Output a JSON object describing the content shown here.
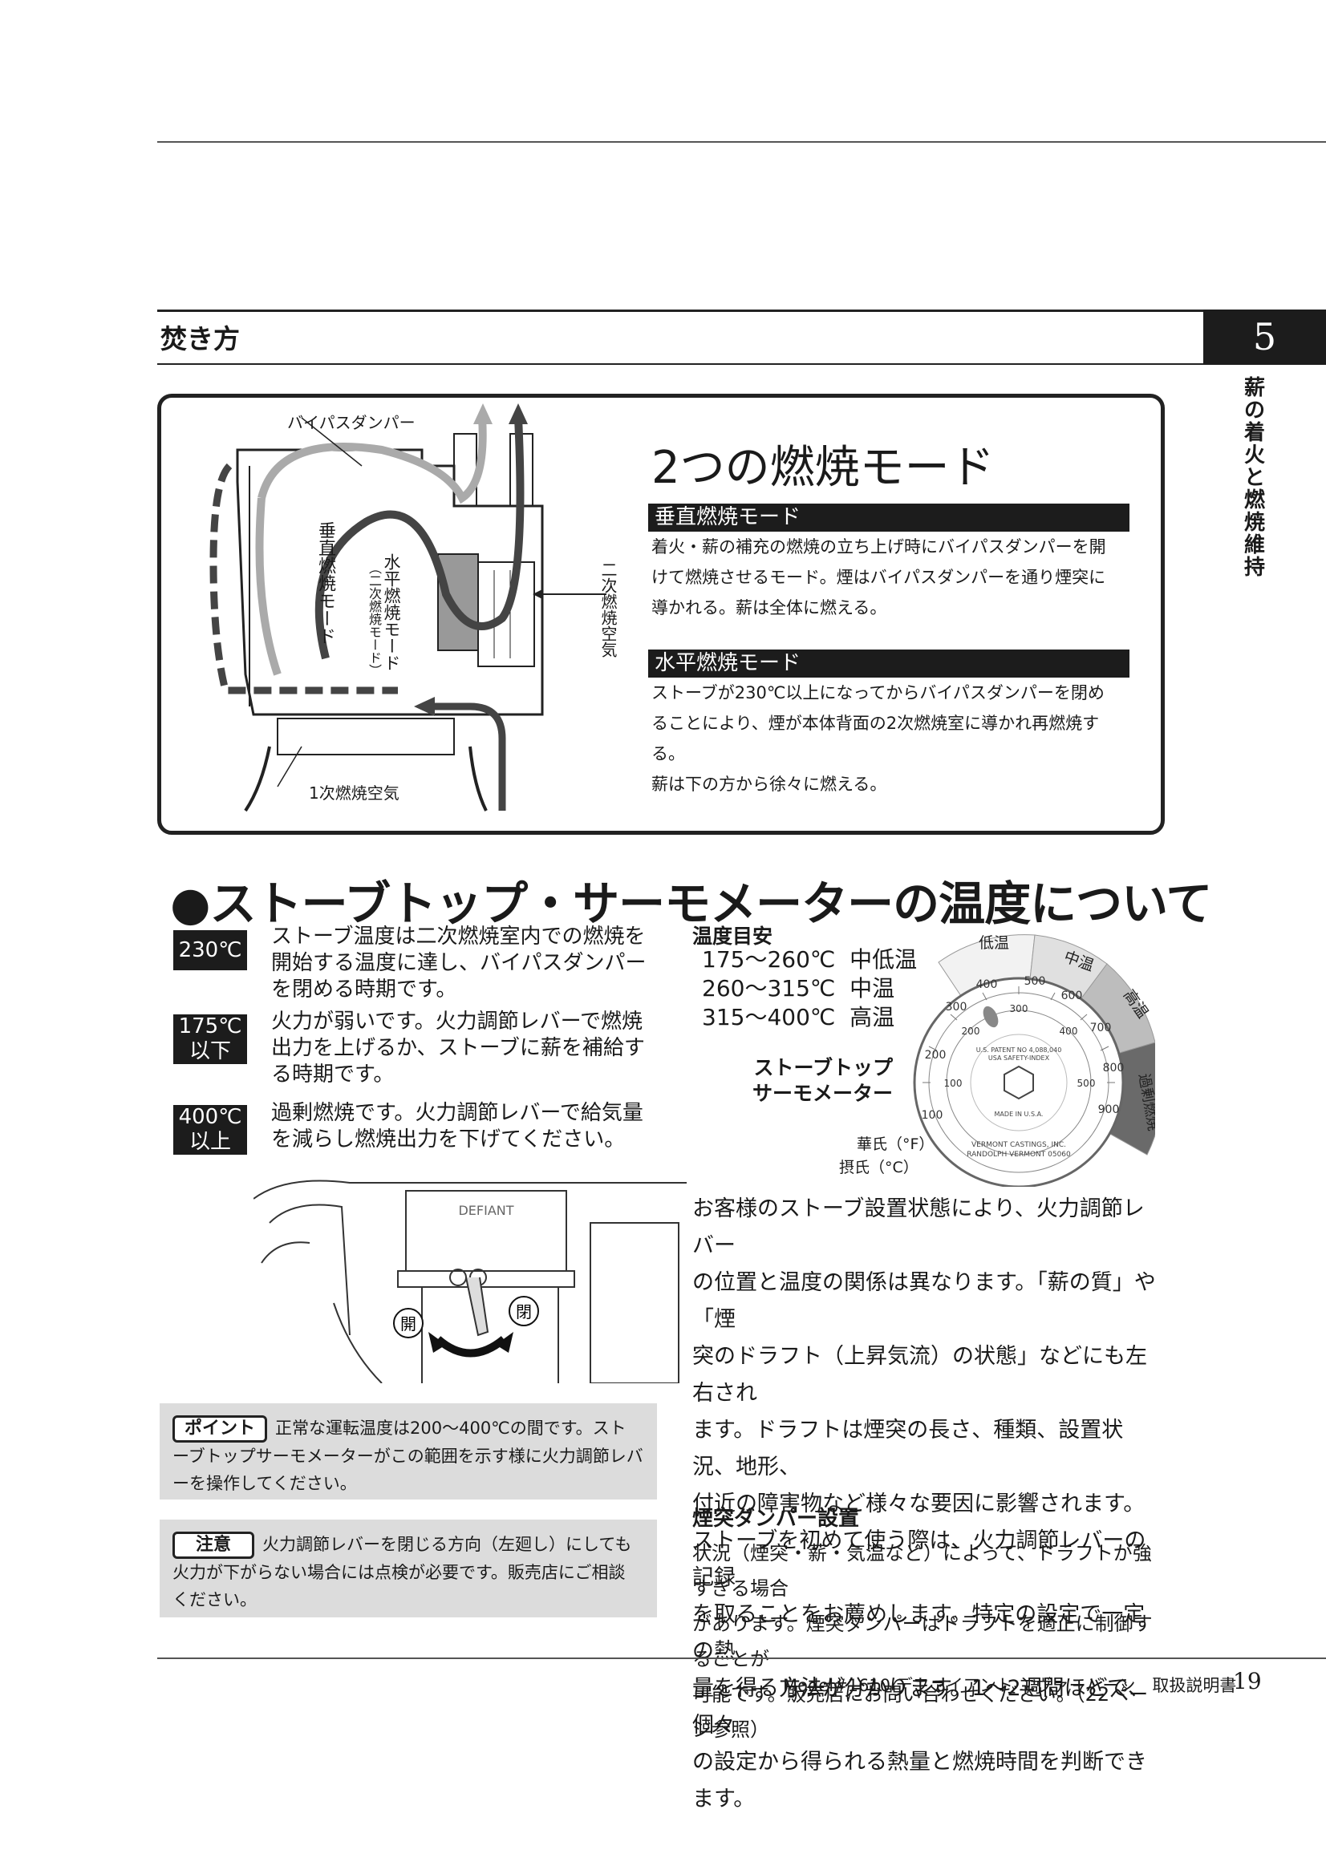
{
  "section": {
    "title": "焚き方",
    "chapter_number": "5",
    "chapter_vertical": "薪の着火と燃焼維持"
  },
  "diagram": {
    "bypass_damper_label": "バイパスダンパー",
    "vertical_mode_label": "垂直燃焼モード",
    "horizontal_mode_label": "水平燃焼モード",
    "horizontal_mode_sub": "（二次燃焼モード）",
    "secondary_air_label": "二次燃焼空気",
    "primary_air_label": "1次燃焼空気"
  },
  "modes": {
    "title": "2つの燃焼モード",
    "vertical": {
      "heading": "垂直燃焼モード",
      "lines": [
        "着火・薪の補充の燃焼の立ち上げ時にバイパスダンパーを開",
        "けて燃焼させるモード。煙はバイパスダンパーを通り煙突に",
        "導かれる。薪は全体に燃える。"
      ]
    },
    "horizontal": {
      "heading": "水平燃焼モード",
      "lines": [
        "ストーブが230℃以上になってからバイパスダンパーを閉め",
        "ることにより、煙が本体背面の2次燃焼室に導かれ再燃焼する。",
        "薪は下の方から徐々に燃える。"
      ]
    }
  },
  "thermometer_section": {
    "heading": "●ストーブトップ・サーモメーターの温度について",
    "items": [
      {
        "badge": [
          "230℃"
        ],
        "lines": [
          "ストーブ温度は二次燃焼室内での燃焼を",
          "開始する温度に達し、バイパスダンパー",
          "を閉める時期です。"
        ]
      },
      {
        "badge": [
          "175℃",
          "以下"
        ],
        "lines": [
          "火力が弱いです。火力調節レバーで燃焼",
          "出力を上げるか、ストーブに薪を補給す",
          "る時期です。"
        ]
      },
      {
        "badge": [
          "400℃",
          "以上"
        ],
        "lines": [
          "過剰燃焼です。火力調節レバーで給気量",
          "を減らし燃焼出力を下げてください。"
        ]
      }
    ],
    "guide": {
      "title": "温度目安",
      "rows": [
        "175〜260℃  中低温",
        "260〜315℃  中温",
        "315〜400℃  高温"
      ]
    },
    "thermometer_label": [
      "ストーブトップ",
      "サーモメーター"
    ],
    "gauge": {
      "zones": [
        "低温",
        "中温",
        "高温",
        "過剰燃焼"
      ],
      "fahrenheit_label": "華氏（°F）",
      "celsius_label": "摂氏（°C）",
      "maker_lines": [
        "VERMONT CASTINGS, INC.",
        "RANDOLPH VERMONT 05060"
      ],
      "patent_lines": [
        "U.S. PATENT NO 4,088,040",
        "USA SAFETY-INDEX"
      ],
      "made_in": "MADE IN U.S.A.",
      "f_ticks": [
        "100",
        "200",
        "300",
        "400",
        "500",
        "600",
        "700",
        "800",
        "900"
      ],
      "c_ticks": [
        "100",
        "200",
        "300",
        "400",
        "500"
      ]
    },
    "stove_illustration": {
      "brand": "DEFIANT",
      "open_label": "開",
      "close_label": "閉"
    },
    "body_lines": [
      "お客様のストーブ設置状態により、火力調節レバー",
      "の位置と温度の関係は異なります。「薪の質」や「煙",
      "突のドラフト（上昇気流）の状態」などにも左右され",
      "ます。ドラフトは煙突の長さ、種類、設置状況、地形、",
      "付近の障害物など様々な要因に影響されます。",
      "ストーブを初めて使う際は、火力調節レバーの記録",
      "を取ることをお薦めします。特定の設定で一定の熱",
      "量を得る方法が分かります。1〜2週間ほどで、個々",
      "の設定から得られる熱量と燃焼時間を判断できます。"
    ],
    "damper": {
      "heading": "煙突ダンパー設置",
      "lines": [
        "状況（煙突・薪・気温など）によって、ドラフトが強すぎる場合",
        "があります。煙突ダンパーはドラフトを適正に制御することが",
        "可能です。販売店にお問い合わせください。（22ページ参照）"
      ]
    },
    "point": {
      "label": "ポイント",
      "lines": [
        "正常な運転温度は200〜400℃の間です。スト",
        "ーブトップサーモメーターがこの範囲を示す様に火力調節レバ",
        "ーを操作してください。"
      ]
    },
    "caution": {
      "label": "注意",
      "lines": [
        "火力調節レバーを閉じる方向（左廻し）にしても",
        "火力が下がらない場合には点検が必要です。販売店にご相談",
        "ください。"
      ]
    }
  },
  "footer": {
    "model_text": "Model#1610 デファイアント エヴァーバーン　取扱説明書",
    "page_number": "19"
  }
}
